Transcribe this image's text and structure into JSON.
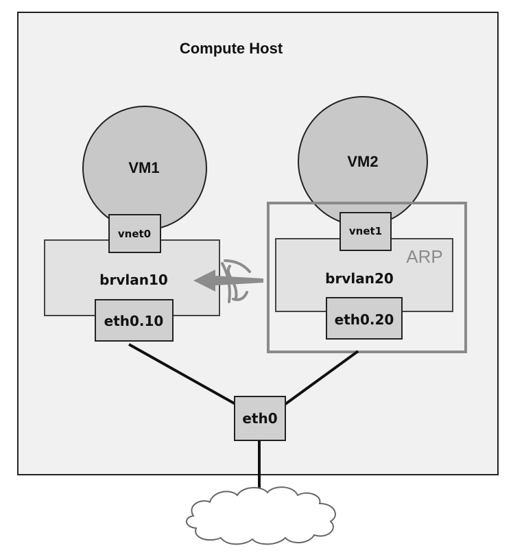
{
  "host": {
    "title": "Compute Host"
  },
  "vms": [
    {
      "label": "VM1"
    },
    {
      "label": "VM2"
    }
  ],
  "interfaces": {
    "vnet0": "vnet0",
    "vnet1": "vnet1",
    "eth0_10": "eth0.10",
    "eth0_20": "eth0.20",
    "eth0": "eth0"
  },
  "bridges": {
    "brvlan10": "brvlan10",
    "brvlan20": "brvlan20"
  },
  "arp_label": "ARP",
  "colors": {
    "host_fill": "#f1f1f1",
    "vm_fill": "#c8c8c8",
    "bridge_fill": "#e2e2e2",
    "iface_fill": "#d0d0d0",
    "arp_border": "#8a8a8a",
    "arrow": "#8c8c8c",
    "line": "#111111"
  }
}
